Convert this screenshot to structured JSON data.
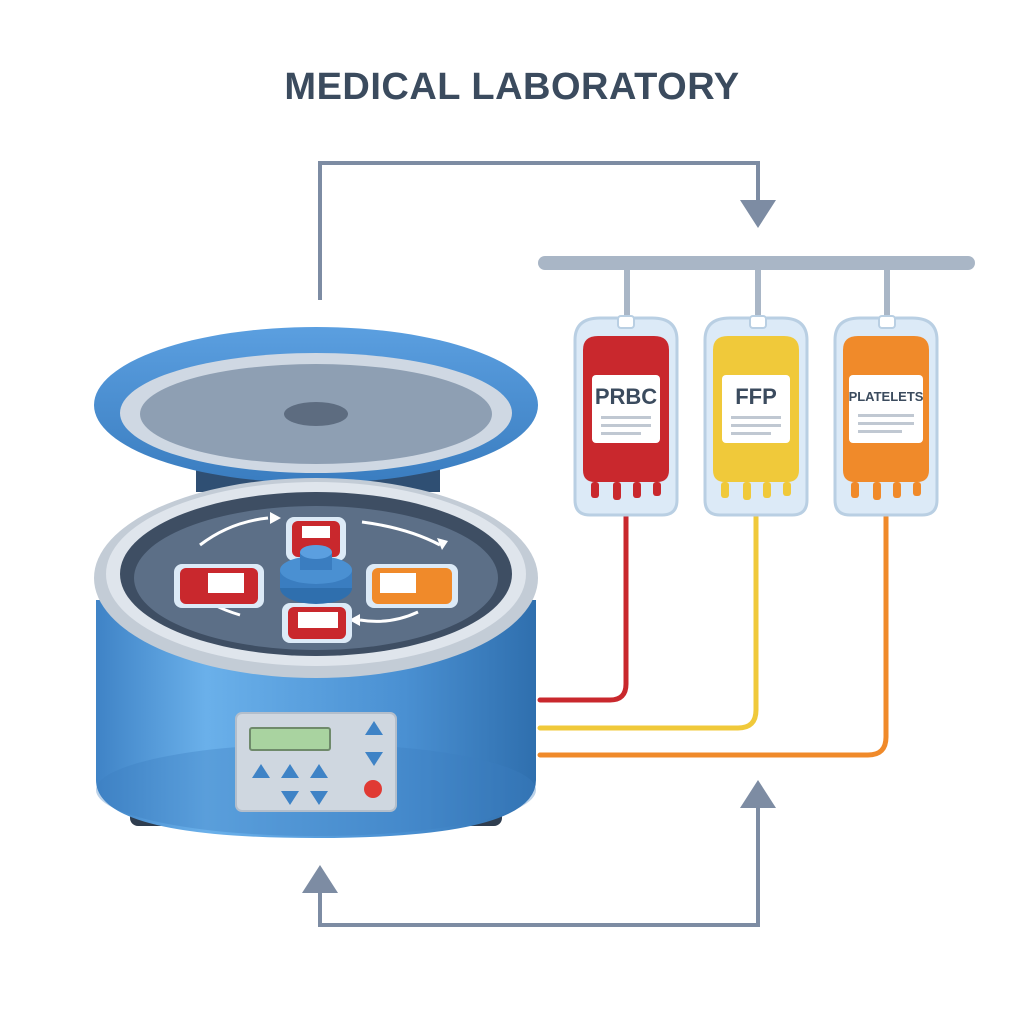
{
  "title": "MEDICAL LABORATORY",
  "bags": [
    {
      "label": "PRBC",
      "color": "#c9282d"
    },
    {
      "label": "FFP",
      "color": "#f0c93a"
    },
    {
      "label": "PLATELETS",
      "color": "#f08a2a"
    }
  ],
  "colors": {
    "centrifuge_body": "#4a90d2",
    "centrifuge_lid": "#4b8fd3",
    "flow_arrow": "#7d8ca3",
    "rail": "#a9b6c6"
  }
}
